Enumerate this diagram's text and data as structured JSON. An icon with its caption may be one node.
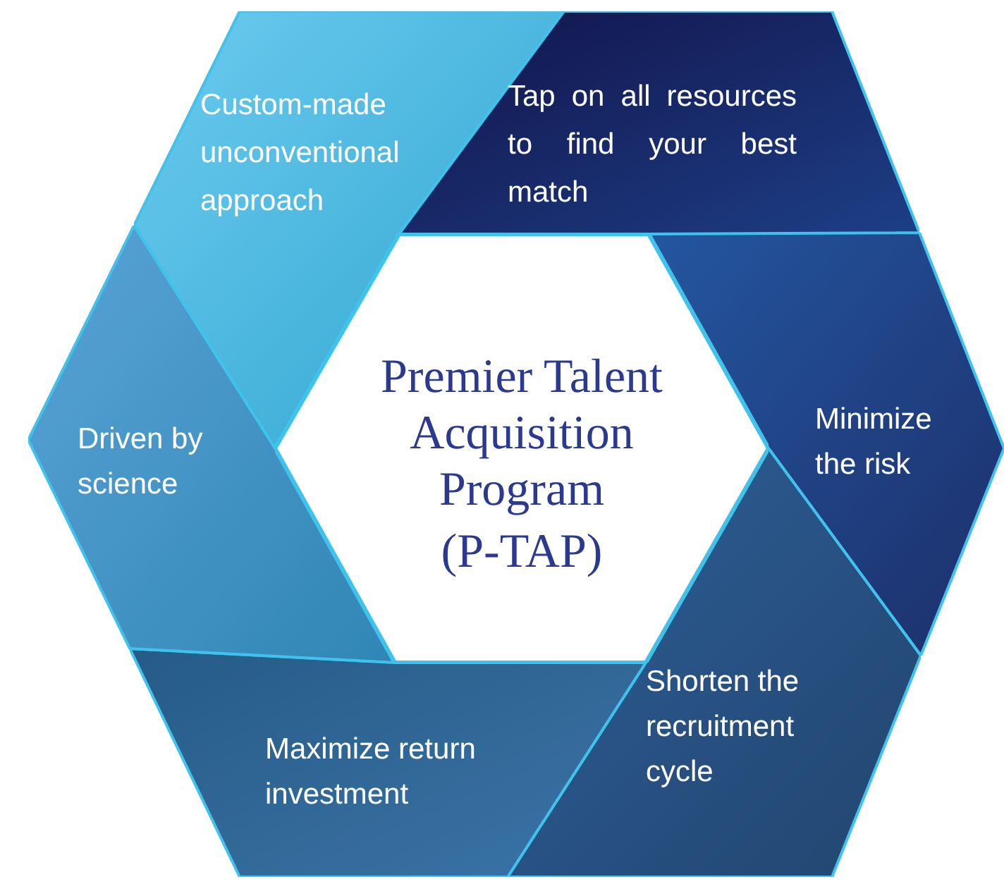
{
  "diagram": {
    "nodes": [
      {
        "text": [
          "Premier Talent Acquisition Program",
          "(P-TAP)"
        ]
      },
      {
        "text": [
          "Custom-made unconventional approach"
        ]
      },
      {
        "text": [
          "Tap on all resources to find your best match"
        ]
      },
      {
        "text": [
          "Minimize the risk"
        ]
      },
      {
        "text": [
          "Shorten the recruitment cycle"
        ]
      },
      {
        "text": [
          "Maximize return investment"
        ]
      },
      {
        "text": [
          "Driven by science"
        ]
      }
    ]
  }
}
